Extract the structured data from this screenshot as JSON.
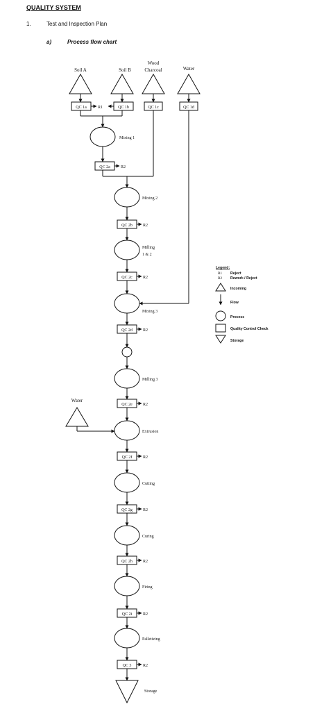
{
  "header": {
    "title": "QUALITY SYSTEM",
    "section_number": "1.",
    "section_title": "Test and Inspection Plan",
    "subsection_letter": "a)",
    "subsection_title": "Process flow chart"
  },
  "diagram": {
    "inputs": {
      "soil_a": "Soil A",
      "soil_b": "Soil B",
      "wood_1": "Wood",
      "wood_2": "Charcoal",
      "water_top": "Water",
      "water_side": "Water"
    },
    "qc": {
      "qc1a": "QC 1a",
      "qc1b": "QC 1b",
      "qc1c": "QC 1c",
      "qc1d": "QC 1d",
      "qc2a": "QC 2a",
      "qc2b": "QC 2b",
      "qc2c": "QC 2c",
      "qc2d": "QC 2d",
      "qc2e": "QC 2e",
      "qc2f": "QC 2f",
      "qc2g": "QC 2g",
      "qc2h": "QC 2h",
      "qc2i": "QC 2i",
      "qc3": "QC 3"
    },
    "processes": {
      "mixing1": "Mixing 1",
      "mixing2": "Mixing 2",
      "milling12_1": "Milling",
      "milling12_2": "1 & 2",
      "mixing3": "Mixing 3",
      "milling3": "Milling 3",
      "extrusion": "Extrusion",
      "cutting": "Cutting",
      "curing": "Curing",
      "firing": "Firing",
      "palletizing": "Palletizing"
    },
    "reject_labels": {
      "r1": "R1",
      "r2": "R2"
    },
    "storage": "Storage"
  },
  "legend": {
    "title": "Legend:",
    "r1_code": "R1",
    "r1_text": "Reject",
    "r2_code": "R2",
    "r2_text": "Rework / Reject",
    "incoming": "Incoming",
    "flow": "Flow",
    "process": "Process",
    "qc_check": "Quality Control Check",
    "storage": "Storage"
  }
}
